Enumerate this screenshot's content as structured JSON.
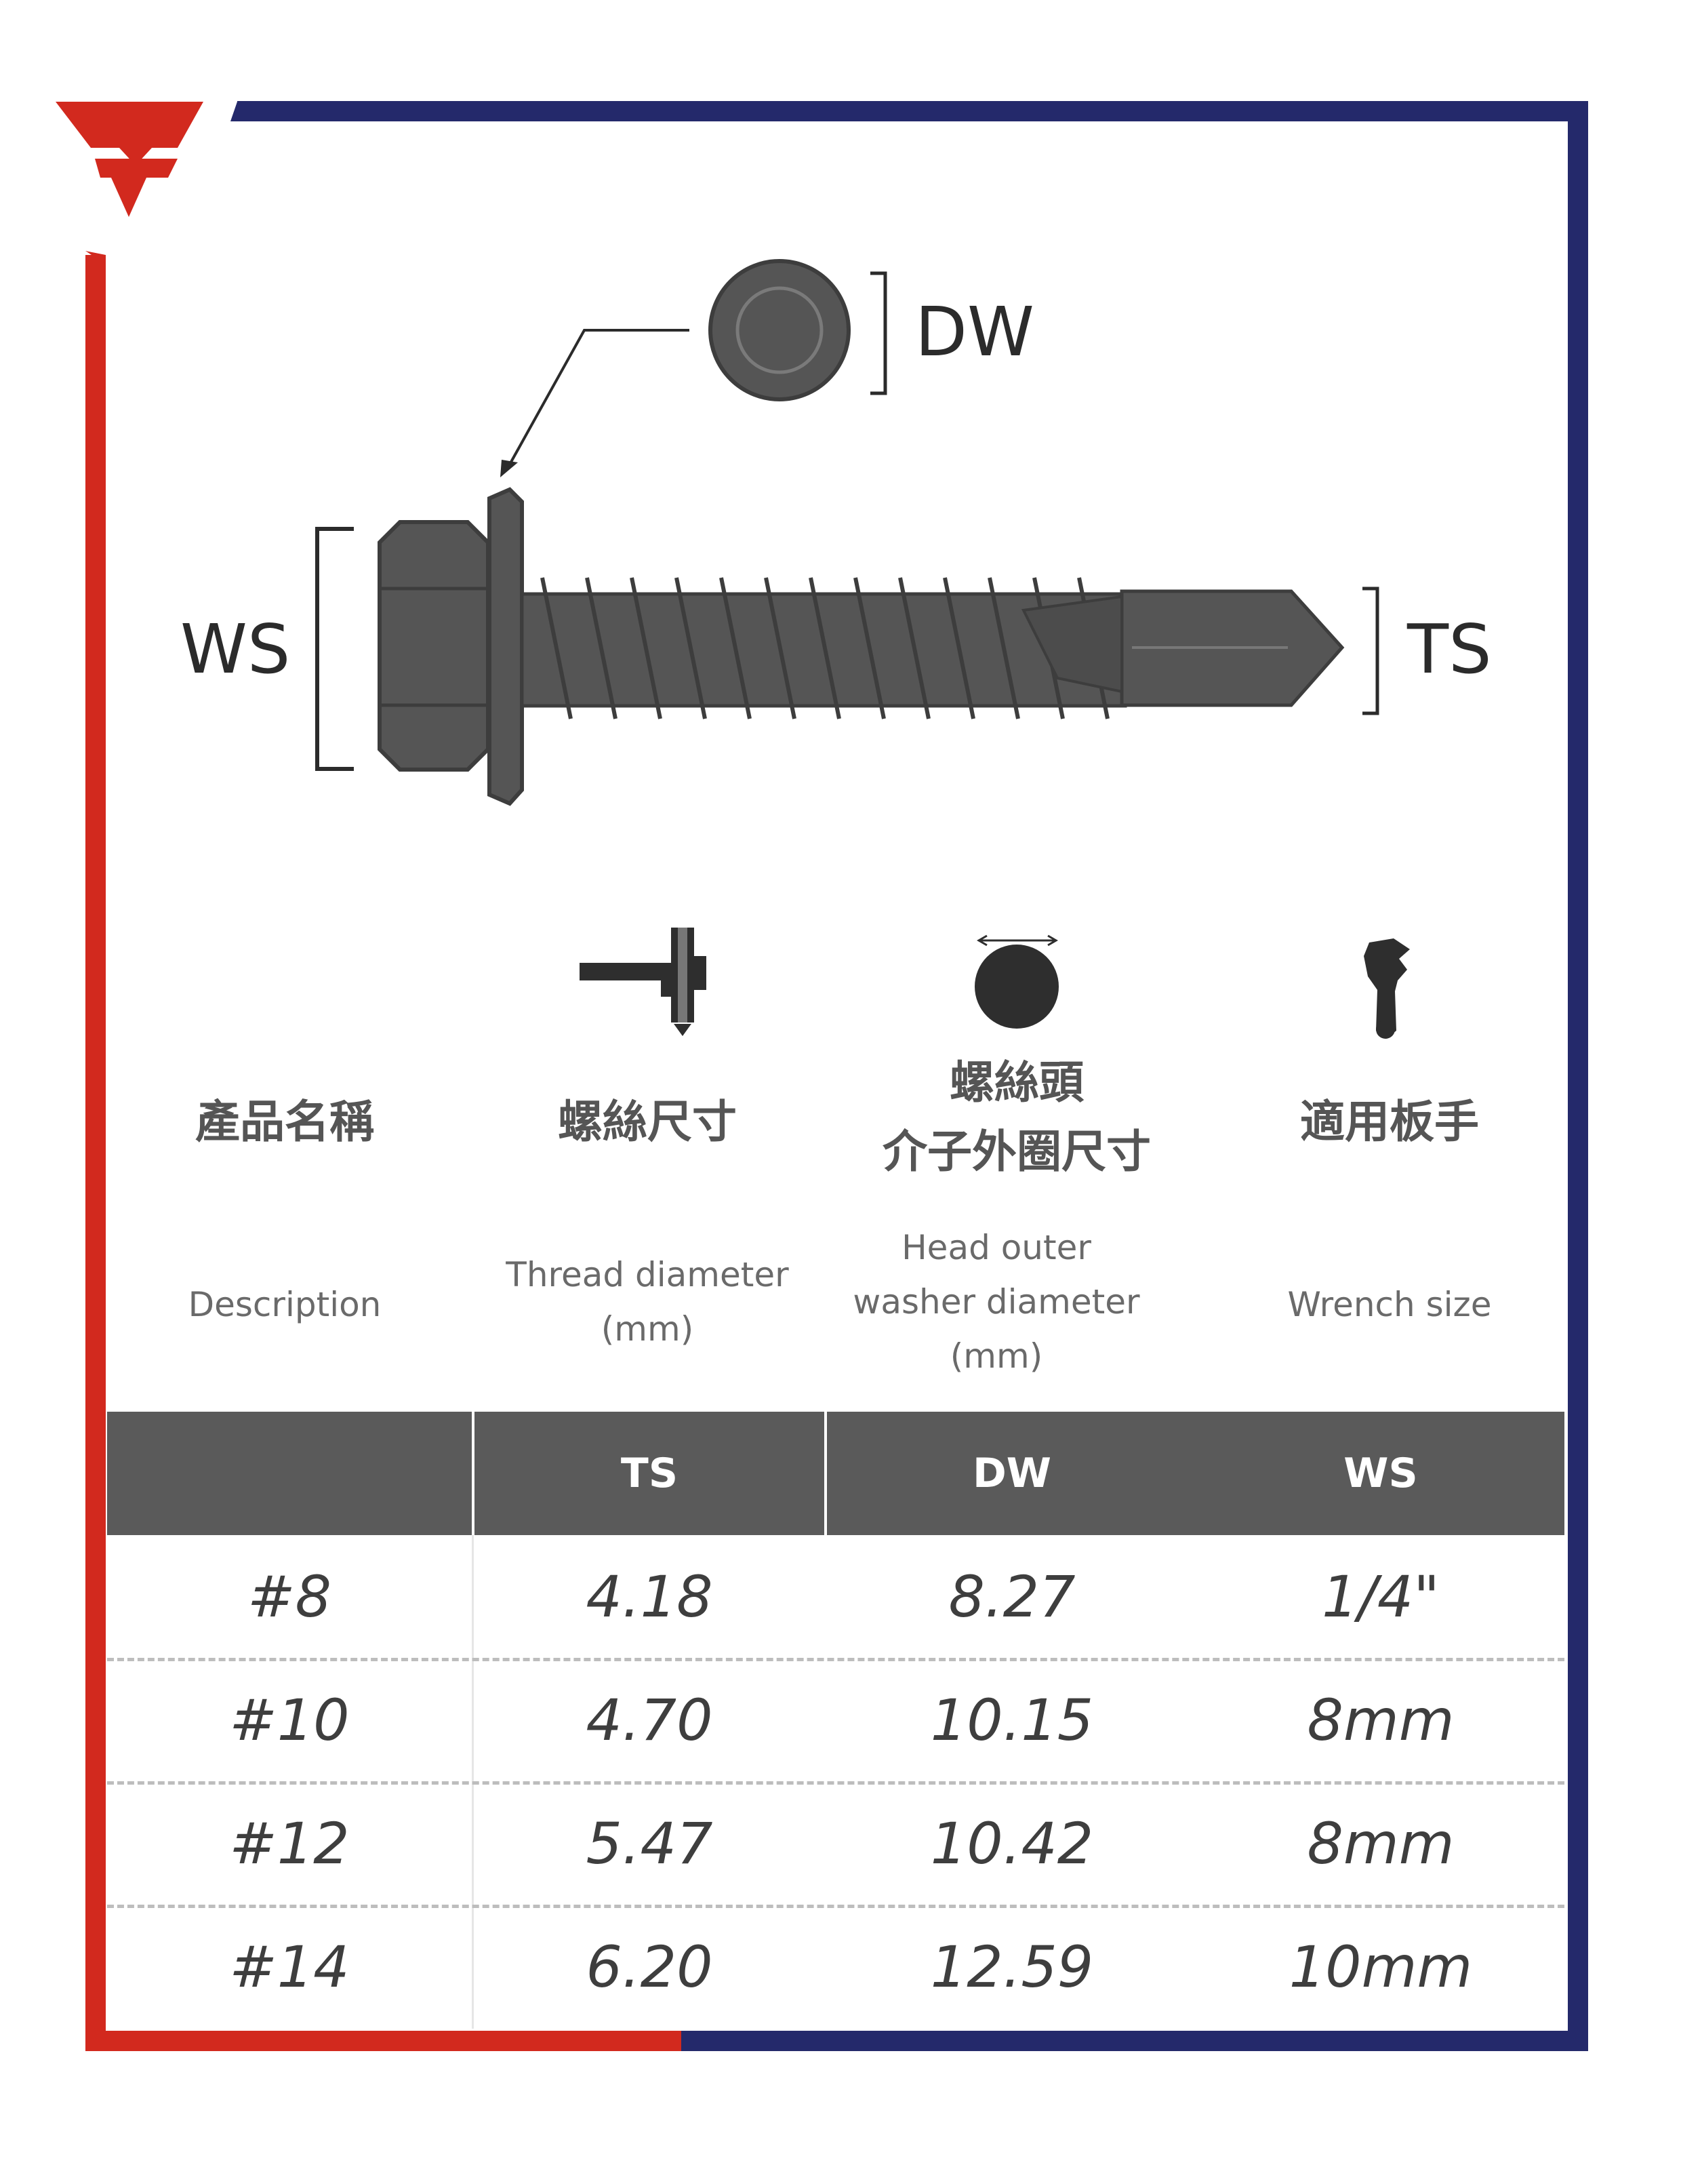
{
  "diagram": {
    "labels": {
      "dw": "DW",
      "ws": "WS",
      "ts": "TS"
    }
  },
  "columns": [
    {
      "icon": "screw-gauge-icon",
      "title_zh": "產品名稱",
      "title_en": [
        "Description"
      ]
    },
    {
      "icon": "screw-gauge-icon",
      "title_zh": "螺絲尺寸",
      "title_en": [
        "Thread diameter",
        "(mm)"
      ]
    },
    {
      "icon": "washer-disc-icon",
      "title_zh": [
        "螺絲頭",
        "介子外圈尺寸"
      ],
      "title_en": [
        "Head outer",
        "washer diameter",
        "(mm)"
      ]
    },
    {
      "icon": "wrench-icon",
      "title_zh": "適用板手",
      "title_en": [
        "Wrench size"
      ]
    }
  ],
  "table": {
    "headers": [
      "",
      "TS",
      "DW",
      "WS"
    ],
    "rows": [
      [
        "#8",
        "4.18",
        "8.27",
        "1/4\""
      ],
      [
        "#10",
        "4.70",
        "10.15",
        "8mm"
      ],
      [
        "#12",
        "5.47",
        "10.42",
        "8mm"
      ],
      [
        "#14",
        "6.20",
        "12.59",
        "10mm"
      ]
    ]
  },
  "colors": {
    "red": "#d2291e",
    "navy": "#24296b",
    "header_gray": "#5a5a5a",
    "screw_gray": "#555555"
  }
}
